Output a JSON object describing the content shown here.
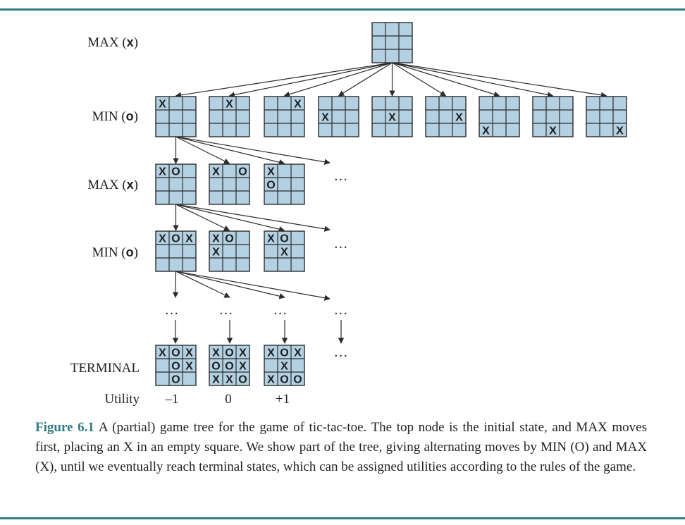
{
  "level_labels": [
    {
      "text": "MAX (",
      "player": "x",
      "close": ")"
    },
    {
      "text": "MIN (",
      "player": "o",
      "close": ")"
    },
    {
      "text": "MAX (",
      "player": "x",
      "close": ")"
    },
    {
      "text": "MIN (",
      "player": "o",
      "close": ")"
    },
    {
      "text": "TERMINAL",
      "player": "",
      "close": ""
    }
  ],
  "utility_label": "Utility",
  "ellipsis": "…",
  "colors": {
    "cell": "#b3d1e2",
    "line": "#2b2b2b",
    "accent": "#2e7b82"
  },
  "boards": {
    "root": [
      "",
      "",
      "",
      "",
      "",
      "",
      "",
      "",
      ""
    ],
    "min1": [
      [
        "X",
        "",
        "",
        "",
        "",
        "",
        "",
        "",
        ""
      ],
      [
        "",
        "X",
        "",
        "",
        "",
        "",
        "",
        "",
        ""
      ],
      [
        "",
        "",
        "X",
        "",
        "",
        "",
        "",
        "",
        ""
      ],
      [
        "",
        "",
        "",
        "X",
        "",
        "",
        "",
        "",
        ""
      ],
      [
        "",
        "",
        "",
        "",
        "X",
        "",
        "",
        "",
        ""
      ],
      [
        "",
        "",
        "",
        "",
        "",
        "X",
        "",
        "",
        ""
      ],
      [
        "",
        "",
        "",
        "",
        "",
        "",
        "X",
        "",
        ""
      ],
      [
        "",
        "",
        "",
        "",
        "",
        "",
        "",
        "X",
        ""
      ],
      [
        "",
        "",
        "",
        "",
        "",
        "",
        "",
        "",
        "X"
      ]
    ],
    "max2": [
      [
        "X",
        "O",
        "",
        "",
        "",
        "",
        "",
        "",
        ""
      ],
      [
        "X",
        "",
        "O",
        "",
        "",
        "",
        "",
        "",
        ""
      ],
      [
        "X",
        "",
        "",
        "O",
        "",
        "",
        "",
        "",
        ""
      ]
    ],
    "min3": [
      [
        "X",
        "O",
        "X",
        "",
        "",
        "",
        "",
        "",
        ""
      ],
      [
        "X",
        "O",
        "",
        "X",
        "",
        "",
        "",
        "",
        ""
      ],
      [
        "X",
        "O",
        "",
        "",
        "X",
        "",
        "",
        "",
        ""
      ]
    ],
    "terminal": [
      [
        "X",
        "O",
        "X",
        "",
        "O",
        "X",
        "",
        "O",
        ""
      ],
      [
        "X",
        "O",
        "X",
        "O",
        "O",
        "X",
        "X",
        "X",
        "O"
      ],
      [
        "X",
        "O",
        "X",
        "",
        "X",
        "",
        "X",
        "O",
        "O"
      ]
    ]
  },
  "utilities": [
    "–1",
    "0",
    "+1"
  ],
  "caption": {
    "figure": "Figure 6.1",
    "text": "A (partial) game tree for the game of tic-tac-toe. The top node is the initial state, and MAX moves first, placing an X in an empty square. We show part of the tree, giving alternating moves by MIN (O) and MAX (X), until we eventually reach terminal states, which can be assigned utilities according to the rules of the game."
  }
}
